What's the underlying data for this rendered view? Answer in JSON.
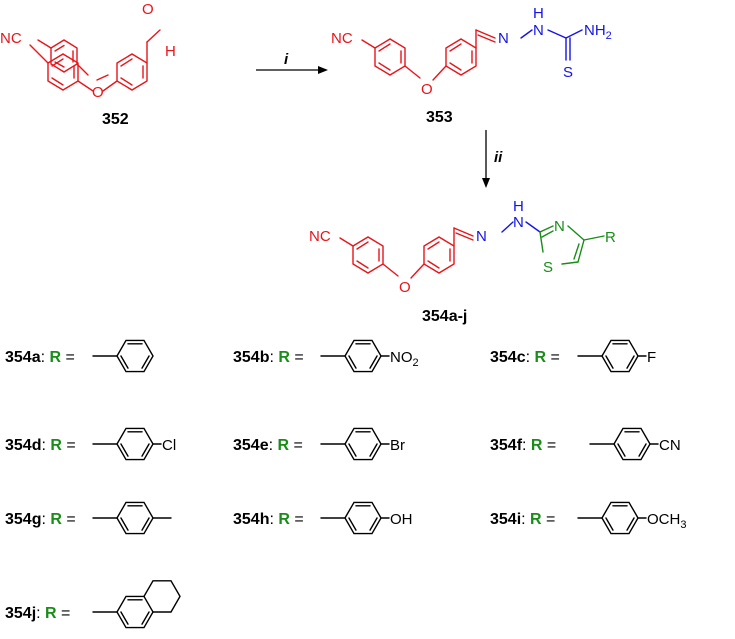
{
  "colors": {
    "red": "#e8141a",
    "blue": "#1414e6",
    "green": "#1a8c1a",
    "black": "#000000"
  },
  "compounds": {
    "c352": "352",
    "c353": "353",
    "c354": "354a-j"
  },
  "reagents": {
    "step1": "i",
    "step2": "ii"
  },
  "atoms": {
    "nc": "NC",
    "o": "O",
    "h": "H",
    "n": "N",
    "nh": "H",
    "nh2": "NH",
    "nh2_sub": "2",
    "s": "S",
    "r": "R"
  },
  "r_groups": [
    {
      "id": "354a",
      "sub": ""
    },
    {
      "id": "354b",
      "sub": "NO",
      "sub2": "2"
    },
    {
      "id": "354c",
      "sub": "F"
    },
    {
      "id": "354d",
      "sub": "Cl"
    },
    {
      "id": "354e",
      "sub": "Br"
    },
    {
      "id": "354f",
      "sub": "CN"
    },
    {
      "id": "354g",
      "sub": ""
    },
    {
      "id": "354h",
      "sub": "OH"
    },
    {
      "id": "354i",
      "sub": "OCH",
      "sub2": "3"
    },
    {
      "id": "354j",
      "sub": ""
    }
  ],
  "r_label": {
    "colon": ": ",
    "r": "R",
    "eq": " ="
  }
}
